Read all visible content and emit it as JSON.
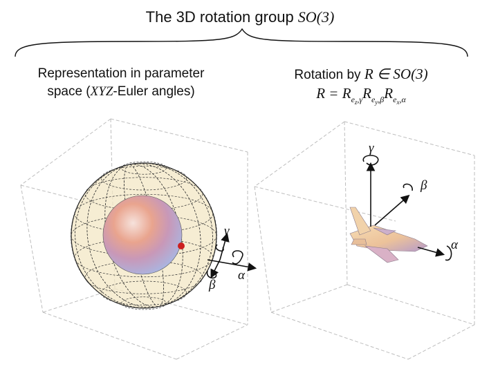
{
  "header": {
    "title_text": "The 3D rotation group ",
    "title_math": "SO(3)"
  },
  "left_panel": {
    "caption_line1": "Representation in parameter",
    "caption_line2_pre": "space (",
    "caption_line2_math": "XYZ",
    "caption_line2_post": "-Euler angles)",
    "angle_labels": {
      "alpha": "α",
      "beta": "β",
      "gamma": "γ"
    }
  },
  "right_panel": {
    "caption_line1_pre": "Rotation by ",
    "caption_line1_math": "R ∈ SO(3)",
    "formula": {
      "lhs": "R = ",
      "factors": [
        {
          "base": "R",
          "sub": "e",
          "subsub": "z",
          "angle": "γ"
        },
        {
          "base": "R",
          "sub": "e",
          "subsub": "y",
          "angle": "β"
        },
        {
          "base": "R",
          "sub": "e",
          "subsub": "x",
          "angle": "α"
        }
      ]
    },
    "angle_labels": {
      "alpha": "α",
      "beta": "β",
      "gamma": "γ"
    }
  },
  "colors": {
    "box_lines": "#bdbdbd",
    "outer_sphere_fill": "#f3e7c4",
    "outer_sphere_grid": "#333333",
    "inner_sphere_red": "#e07e7e",
    "inner_sphere_blue": "#bcc6e8",
    "marker": "#cc1f1f",
    "shuttle_light": "#f2d2a8",
    "shuttle_dark": "#b79ac6"
  }
}
